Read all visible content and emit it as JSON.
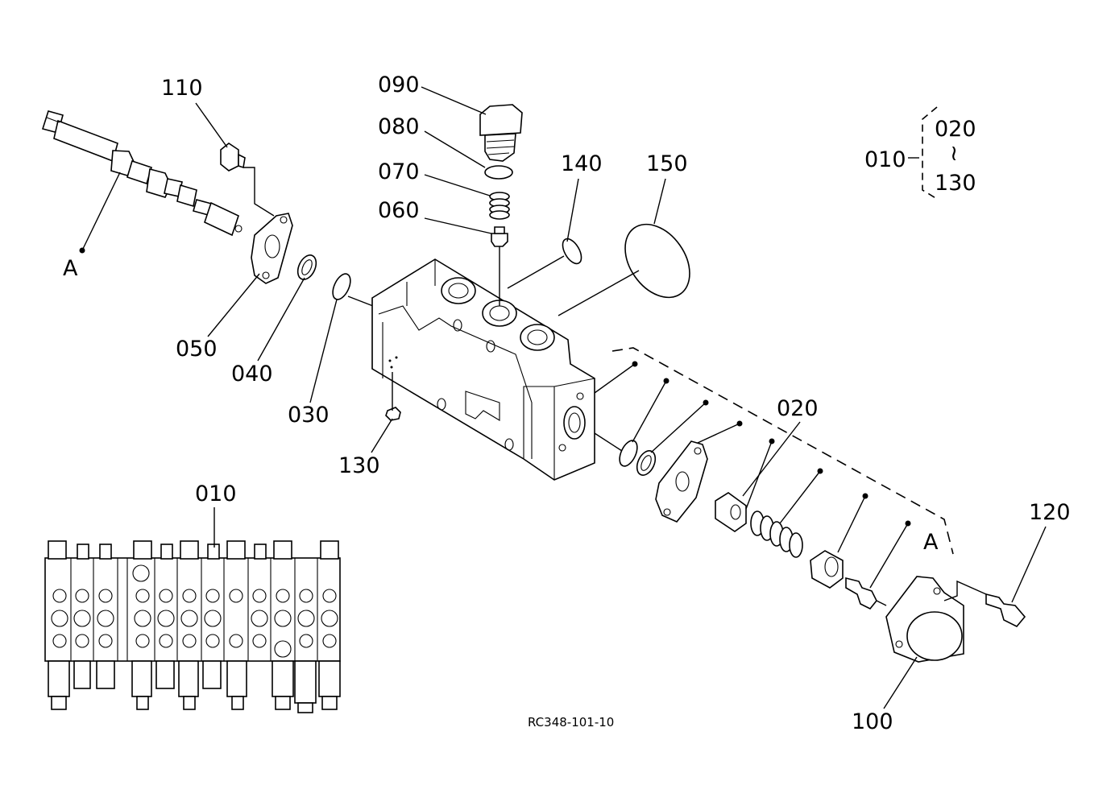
{
  "callouts": {
    "c010_brace": "010",
    "c020_brace": "020",
    "c130_brace": "130",
    "tilde": "≀",
    "c110": "110",
    "c090": "090",
    "c080": "080",
    "c070": "070",
    "c060": "060",
    "c140": "140",
    "c150": "150",
    "c050": "050",
    "c040": "040",
    "c030": "030",
    "c130": "130",
    "c020": "020",
    "c120": "120",
    "c100": "100",
    "c010_bank": "010",
    "ref_a_left": "A",
    "ref_a_right": "A"
  },
  "drawing_code": "RC348-101-10"
}
